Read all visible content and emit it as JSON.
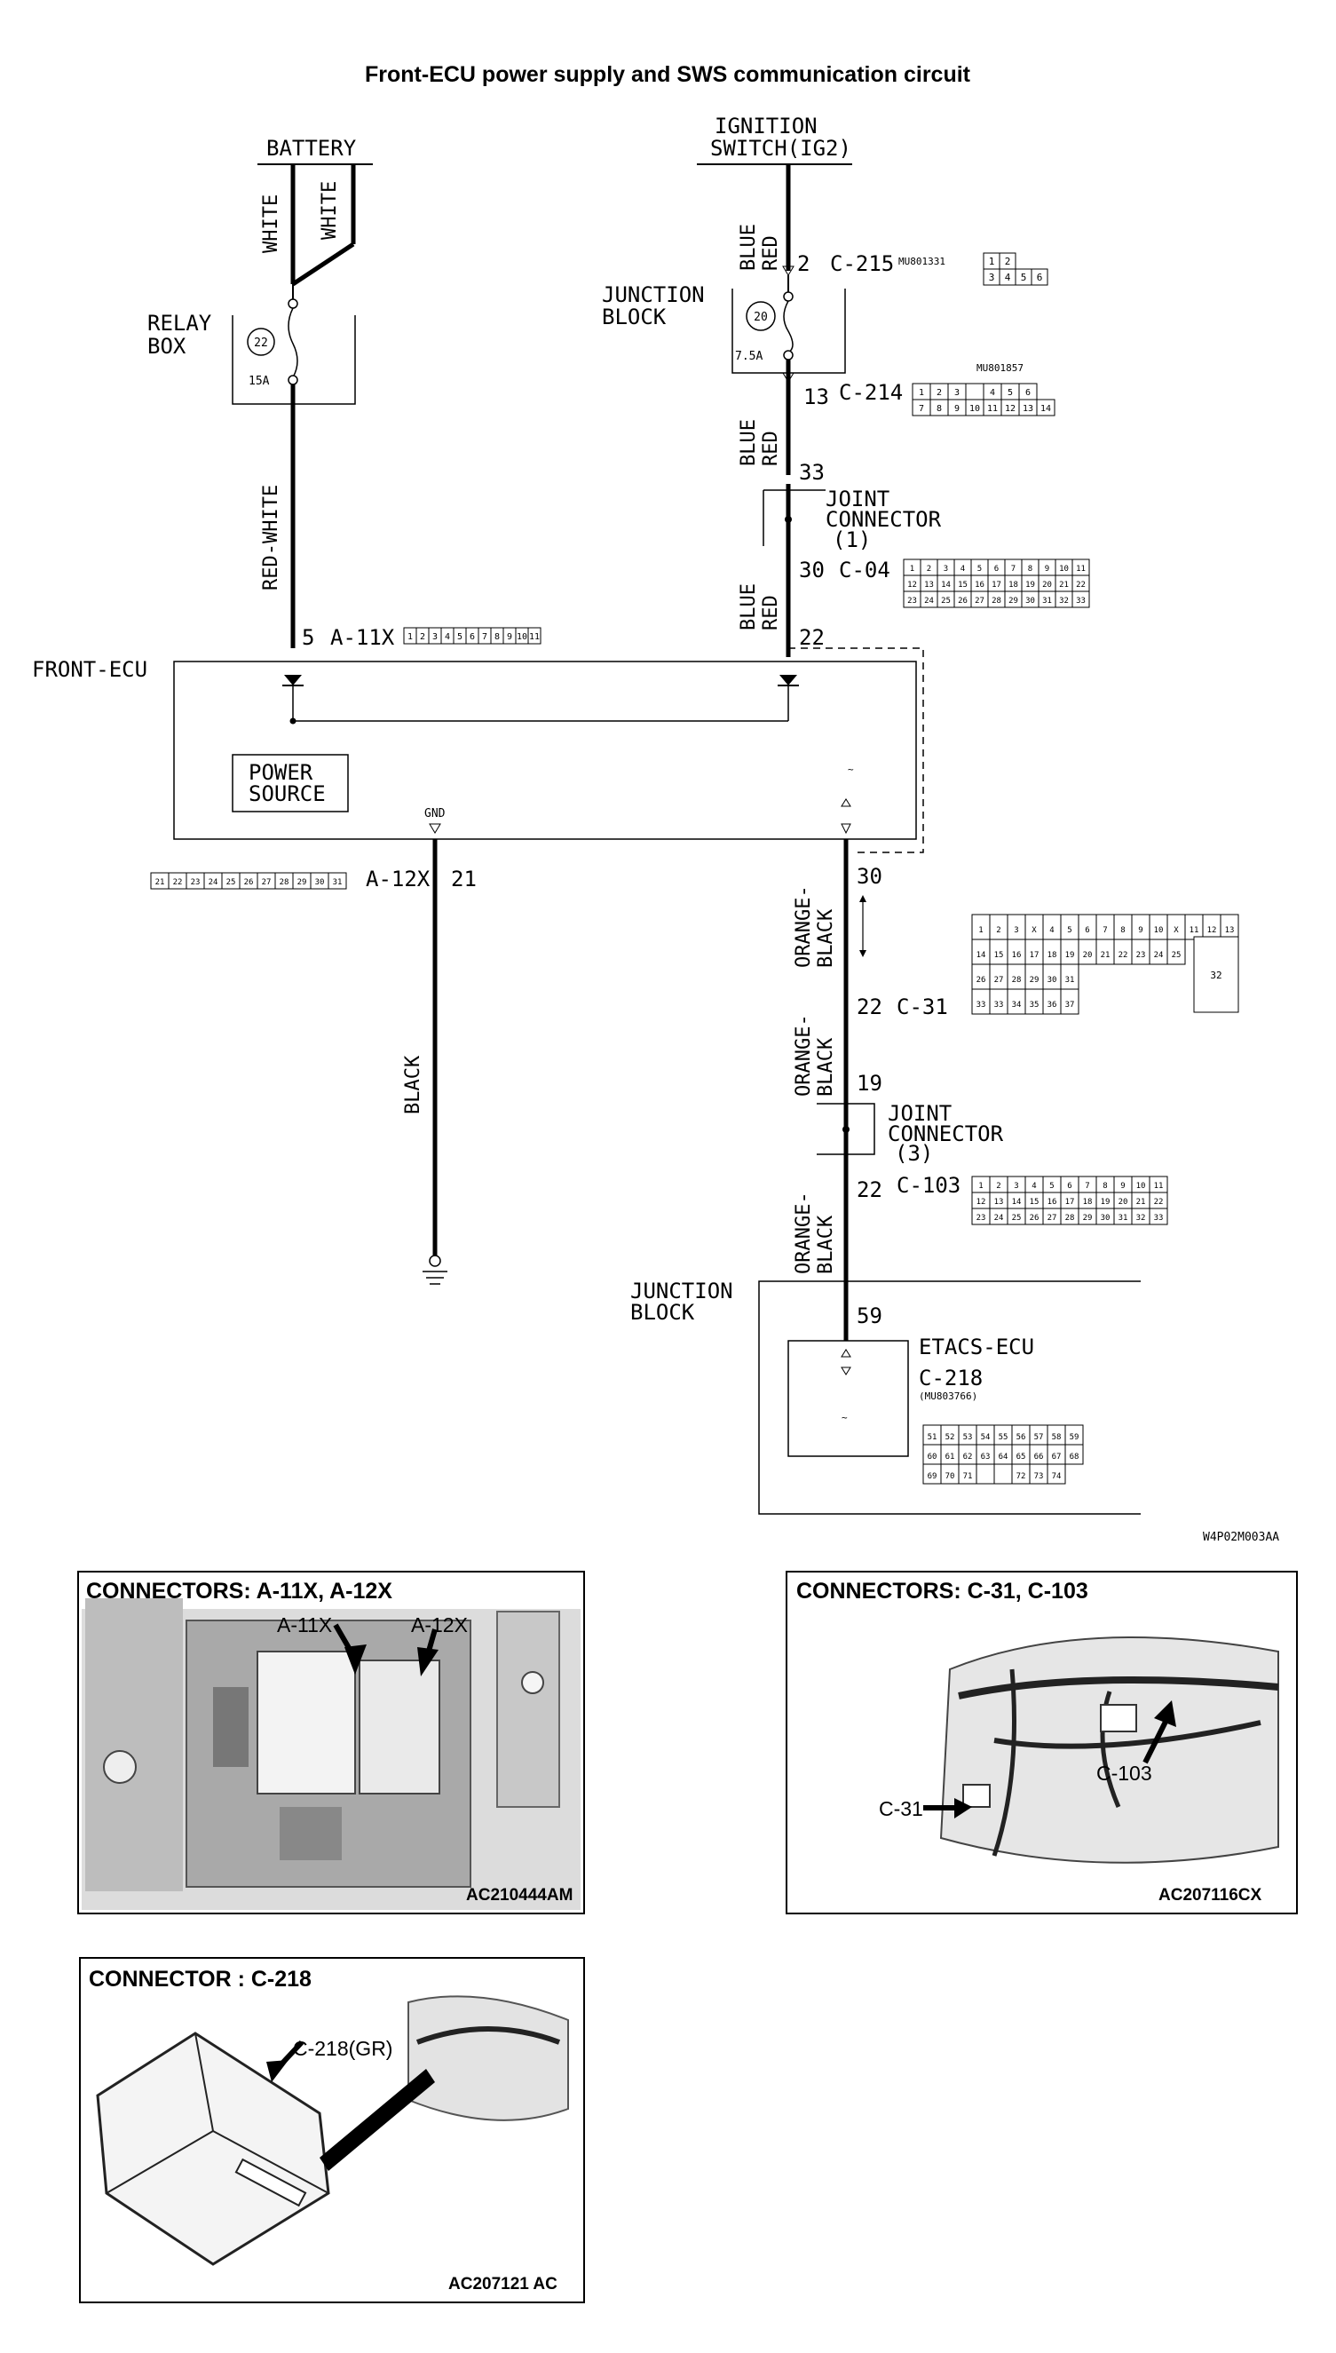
{
  "title": "Front-ECU power supply and SWS communication circuit",
  "diagram": {
    "battery": "BATTERY",
    "ignition_line1": "IGNITION",
    "ignition_line2": "SWITCH(IG2)",
    "wire_white_left": "WHITE",
    "wire_white_right": "WHITE",
    "relay_box_line1": "RELAY",
    "relay_box_line2": "BOX",
    "relay_fuse_no": "22",
    "relay_fuse_amp": "15A",
    "wire_red_white": "RED-WHITE",
    "wire_blue_red_1": "BLUE\nRED",
    "junction_block_line1": "JUNCTION",
    "junction_block_line2": "BLOCK",
    "jb_fuse_no": "20",
    "jb_fuse_amp": "7.5A",
    "c215_pin": "2",
    "c215_name": "C-215",
    "c215_part": "MU801331",
    "c215_cells": [
      "1",
      "2",
      "3",
      "4",
      "5",
      "6"
    ],
    "c214_pin": "13",
    "c214_name": "C-214",
    "c214_part": "MU801857",
    "c214_row1": [
      "1",
      "2",
      "3",
      "",
      "4",
      "5",
      "6"
    ],
    "c214_row2": [
      "7",
      "8",
      "9",
      "10",
      "11",
      "12",
      "13",
      "14"
    ],
    "wire_blue_red_2": "BLUE\nRED",
    "joint_pin_33": "33",
    "joint1_line1": "JOINT",
    "joint1_line2": "CONNECTOR",
    "joint1_line3": "(1)",
    "c04_pin": "30",
    "c04_name": "C-04",
    "c04_row1": [
      "1",
      "2",
      "3",
      "4",
      "5",
      "6",
      "7",
      "8",
      "9",
      "10",
      "11"
    ],
    "c04_row2": [
      "12",
      "13",
      "14",
      "15",
      "16",
      "17",
      "18",
      "19",
      "20",
      "21",
      "22"
    ],
    "c04_row3": [
      "23",
      "24",
      "25",
      "26",
      "27",
      "28",
      "29",
      "30",
      "31",
      "32",
      "33"
    ],
    "wire_blue_red_3": "BLUE\nRED",
    "ecu_pin_22": "22",
    "a11x_pin": "5",
    "a11x_name": "A-11X",
    "a11x_cells": [
      "1",
      "2",
      "3",
      "4",
      "5",
      "6",
      "7",
      "8",
      "9",
      "10",
      "11"
    ],
    "front_ecu": "FRONT-ECU",
    "power_source_line1": "POWER",
    "power_source_line2": "SOURCE",
    "gnd": "GND",
    "a12x_cells": [
      "21",
      "22",
      "23",
      "24",
      "25",
      "26",
      "27",
      "28",
      "29",
      "30",
      "31"
    ],
    "a12x_name": "A-12X",
    "a12x_pin": "21",
    "wire_black": "BLACK",
    "c31_pin_30": "30",
    "wire_orange_black_1": "ORANGE-\nBLACK",
    "c31_pin": "22",
    "c31_name": "C-31",
    "c31_row1": [
      "1",
      "2",
      "3",
      "X",
      "4",
      "5",
      "6",
      "7",
      "8",
      "9",
      "10",
      "X",
      "11",
      "12",
      "13"
    ],
    "c31_row2": [
      "14",
      "15",
      "16",
      "17",
      "18",
      "19",
      "20",
      "21",
      "22",
      "23",
      "24",
      "25"
    ],
    "c31_row3": [
      "26",
      "27",
      "28",
      "29",
      "30",
      "31"
    ],
    "c31_row4": [
      "33",
      "33",
      "34",
      "35",
      "36",
      "37"
    ],
    "c31_big": "32",
    "wire_orange_black_2": "ORANGE-\nBLACK",
    "joint3_pin": "19",
    "joint3_line1": "JOINT",
    "joint3_line2": "CONNECTOR",
    "joint3_line3": "(3)",
    "c103_pin": "22",
    "c103_name": "C-103",
    "c103_row1": [
      "1",
      "2",
      "3",
      "4",
      "5",
      "6",
      "7",
      "8",
      "9",
      "10",
      "11"
    ],
    "c103_row2": [
      "12",
      "13",
      "14",
      "15",
      "16",
      "17",
      "18",
      "19",
      "20",
      "21",
      "22"
    ],
    "c103_row3": [
      "23",
      "24",
      "25",
      "26",
      "27",
      "28",
      "29",
      "30",
      "31",
      "32",
      "33"
    ],
    "wire_orange_black_3": "ORANGE-\nBLACK",
    "jb2_line1": "JUNCTION",
    "jb2_line2": "BLOCK",
    "etacs_pin": "59",
    "etacs_name": "ETACS-ECU",
    "c218_name": "C-218",
    "c218_part": "(MU803766)",
    "c218_row1": [
      "51",
      "52",
      "53",
      "54",
      "55",
      "56",
      "57",
      "58",
      "59"
    ],
    "c218_row2": [
      "60",
      "61",
      "62",
      "63",
      "64",
      "65",
      "66",
      "67",
      "68"
    ],
    "c218_row3": [
      "69",
      "70",
      "71",
      "",
      "",
      "72",
      "73",
      "74"
    ],
    "diagram_code": "W4P02M003AA"
  },
  "panels": {
    "a11x": {
      "title": "CONNECTORS: A-11X, A-12X",
      "label1": "A-11X",
      "label2": "A-12X",
      "code": "AC210444AM"
    },
    "c31": {
      "title": "CONNECTORS: C-31, C-103",
      "label1": "C-103",
      "label2": "C-31",
      "code": "AC207116CX"
    },
    "c218": {
      "title": "CONNECTOR : C-218",
      "label1": "C-218(GR)",
      "code": "AC207121 AC"
    }
  },
  "colors": {
    "ink": "#000000",
    "paper": "#ffffff",
    "connector_fill": "#ffffff",
    "photo_gray": "#cfcfcf"
  }
}
